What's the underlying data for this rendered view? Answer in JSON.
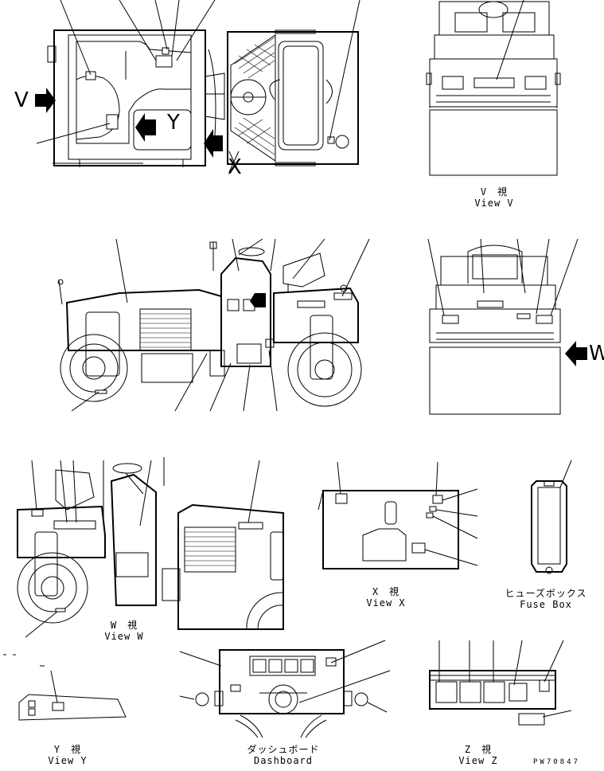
{
  "labels": {
    "view_v": [
      "V　視",
      "View V"
    ],
    "view_w": [
      "W　視",
      "View W"
    ],
    "view_x": [
      "X　視",
      "View X"
    ],
    "view_y": [
      "Y　視",
      "View Y"
    ],
    "view_z": [
      "Z　視",
      "View Z"
    ],
    "fuse_box": [
      "ヒューズボックス",
      "Fuse Box"
    ],
    "dashboard": [
      "ダッシュボード",
      "Dashboard"
    ],
    "part_number": "PW70847"
  },
  "arrow_letters": {
    "v": "V",
    "y": "Y",
    "x": "X",
    "w": "W"
  },
  "icons": [
    "view-arrow-icon"
  ],
  "colors": {
    "line": "#000000",
    "background": "#ffffff"
  }
}
